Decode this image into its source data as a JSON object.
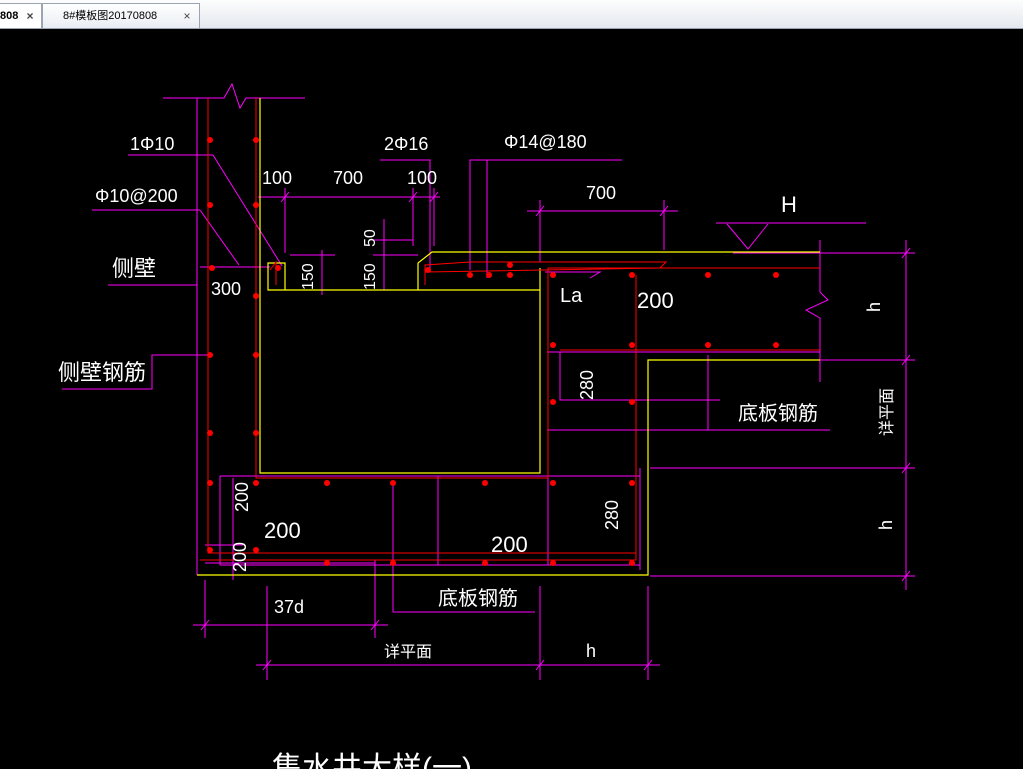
{
  "tabs": [
    {
      "label": "808",
      "close": "×"
    },
    {
      "label": "8#模板图20170808",
      "close": "×"
    }
  ],
  "drawing": {
    "labels": {
      "rebar_1phi10": "1Φ10",
      "rebar_phi10_200": "Φ10@200",
      "side_wall": "侧壁",
      "side_wall_rebar": "侧壁钢筋",
      "dim_300": "300",
      "dim_100_left": "100",
      "dim_700_top": "700",
      "dim_100_right": "100",
      "rebar_2phi16": "2Φ16",
      "rebar_phi14_180": "Φ14@180",
      "dim_700_right": "700",
      "elev_H": "H",
      "dim_50": "50",
      "dim_150_left": "150",
      "dim_150_right": "150",
      "La": "La",
      "dim_200_a": "200",
      "dim_h_top": "h",
      "dim_280_a": "280",
      "bottom_slab_rebar_right": "底板钢筋",
      "see_plan_right": "详平面",
      "dim_200_b": "200",
      "dim_200_c": "200",
      "dim_280_b": "280",
      "dim_200_d": "200",
      "dim_200_e": "200",
      "dim_h_bottom": "h",
      "dim_37d": "37d",
      "bottom_slab_rebar": "底板钢筋",
      "see_plan_bottom": "详平面",
      "dim_h_bottom_right": "h",
      "title_partial": "集水井大样(一)"
    },
    "colors": {
      "background": "#000000",
      "dimension": "#ff00ff",
      "outline": "#ffff00",
      "rebar": "#ff0000",
      "text": "#ffffff"
    }
  }
}
